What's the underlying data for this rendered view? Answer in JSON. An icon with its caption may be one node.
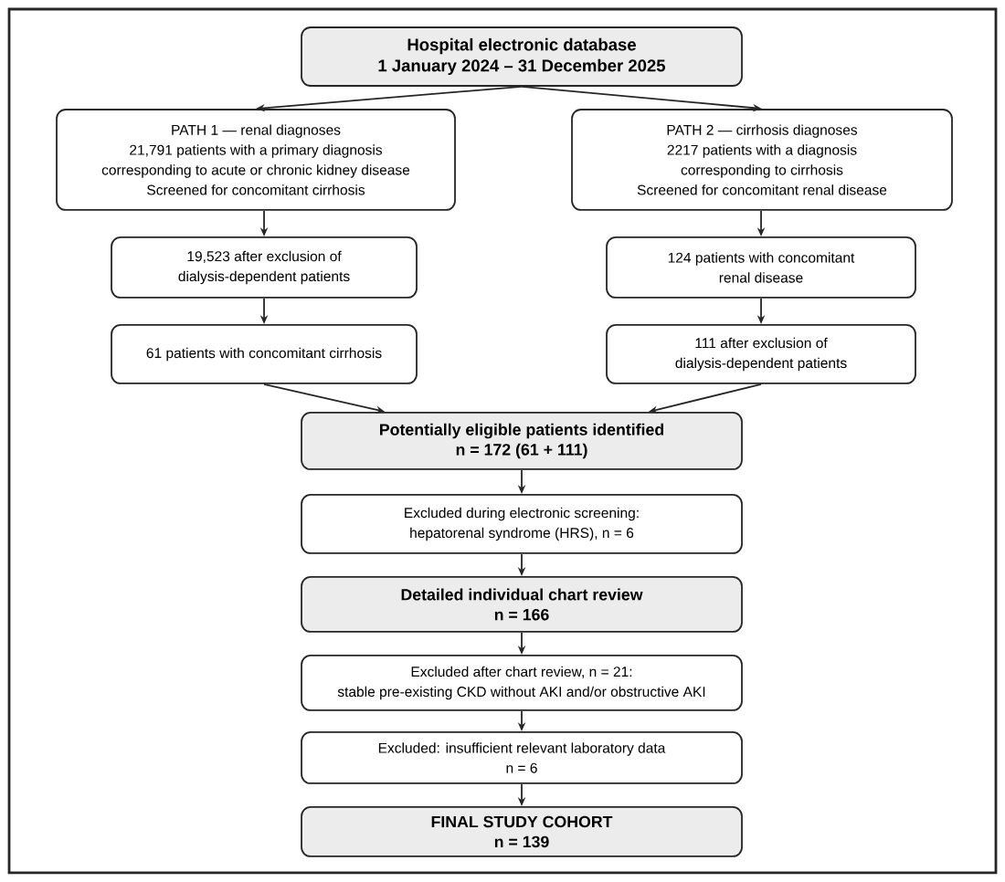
{
  "diagram": {
    "nodes": [
      {
        "text": [
          "Hospital electronic database",
          "1 January 2024 – 31 December 2025"
        ]
      },
      {
        "text": [
          "PATH 1 — renal diagnoses",
          "21,791 patients with a primary diagnosis corresponding to acute or chronic kidney disease",
          "Screened for concomitant cirrhosis"
        ]
      },
      {
        "text": [
          "PATH 2 — cirrhosis diagnoses",
          "2217 patients with a diagnosis corresponding to cirrhosis",
          "Screened for concomitant renal disease"
        ]
      },
      {
        "text": [
          "19,523 after exclusion of dialysis-dependent patients"
        ]
      },
      {
        "text": [
          "124 patients with concomitant renal disease"
        ]
      },
      {
        "text": [
          "61 patients with concomitant cirrhosis"
        ]
      },
      {
        "text": [
          "111 after exclusion of dialysis-dependent patients"
        ]
      },
      {
        "text": [
          "Potentially eligible patients identified",
          "n = 172 (61 + 111)"
        ]
      },
      {
        "text": [
          "Excluded during electronic screening:",
          "hepatorenal syndrome (HRS), n = 6"
        ]
      },
      {
        "text": [
          "Detailed individual chart review",
          "n = 166"
        ]
      },
      {
        "text": [
          "Excluded after chart review, n = 21:",
          "stable pre-existing CKD without AKI and/or obstructive AKI"
        ]
      },
      {
        "text": [
          "Excluded: insufficient relevant laboratory data",
          "n = 6"
        ]
      },
      {
        "text": [
          "FINAL STUDY COHORT",
          "n = 139"
        ]
      }
    ],
    "edges": [
      {
        "from": 0,
        "to": 1,
        "arrow": "to"
      },
      {
        "from": 0,
        "to": 2,
        "arrow": "to"
      },
      {
        "from": 1,
        "to": 3,
        "arrow": "to"
      },
      {
        "from": 3,
        "to": 5,
        "arrow": "to"
      },
      {
        "from": 2,
        "to": 4,
        "arrow": "to"
      },
      {
        "from": 4,
        "to": 6,
        "arrow": "to"
      },
      {
        "from": 5,
        "to": 7,
        "arrow": "to"
      },
      {
        "from": 6,
        "to": 7,
        "arrow": "to"
      },
      {
        "from": 7,
        "to": 8,
        "arrow": "to"
      },
      {
        "from": 8,
        "to": 9,
        "arrow": "to"
      },
      {
        "from": 9,
        "to": 10,
        "arrow": "to"
      },
      {
        "from": 10,
        "to": 11,
        "arrow": "to"
      },
      {
        "from": 11,
        "to": 12,
        "arrow": "to"
      }
    ]
  }
}
